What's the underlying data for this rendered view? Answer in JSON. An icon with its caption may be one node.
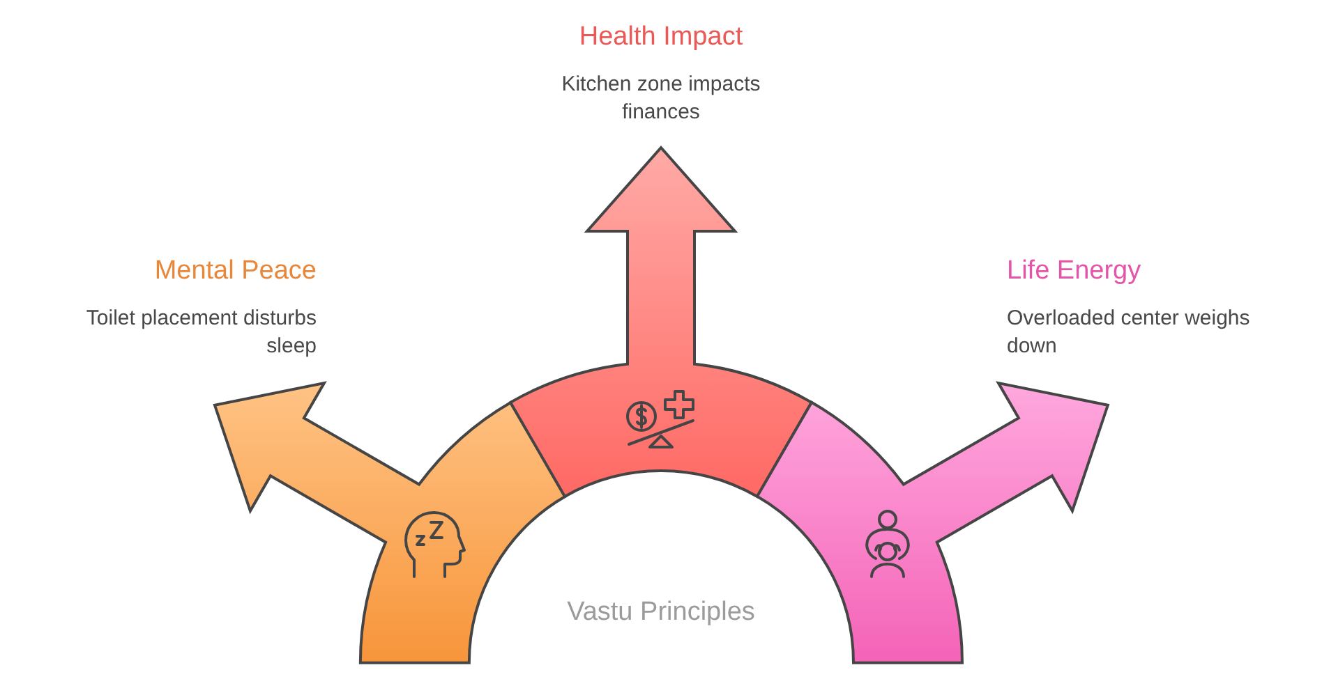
{
  "diagram": {
    "nodes": [
      {
        "text": [
          "Mental Peace",
          "Toilet placement disturbs sleep"
        ]
      },
      {
        "text": [
          "Health Impact",
          "Kitchen zone impacts finances"
        ]
      },
      {
        "text": [
          "Life Energy",
          "Overloaded center weighs down"
        ]
      }
    ],
    "labels": [
      "Vastu Principles"
    ]
  }
}
